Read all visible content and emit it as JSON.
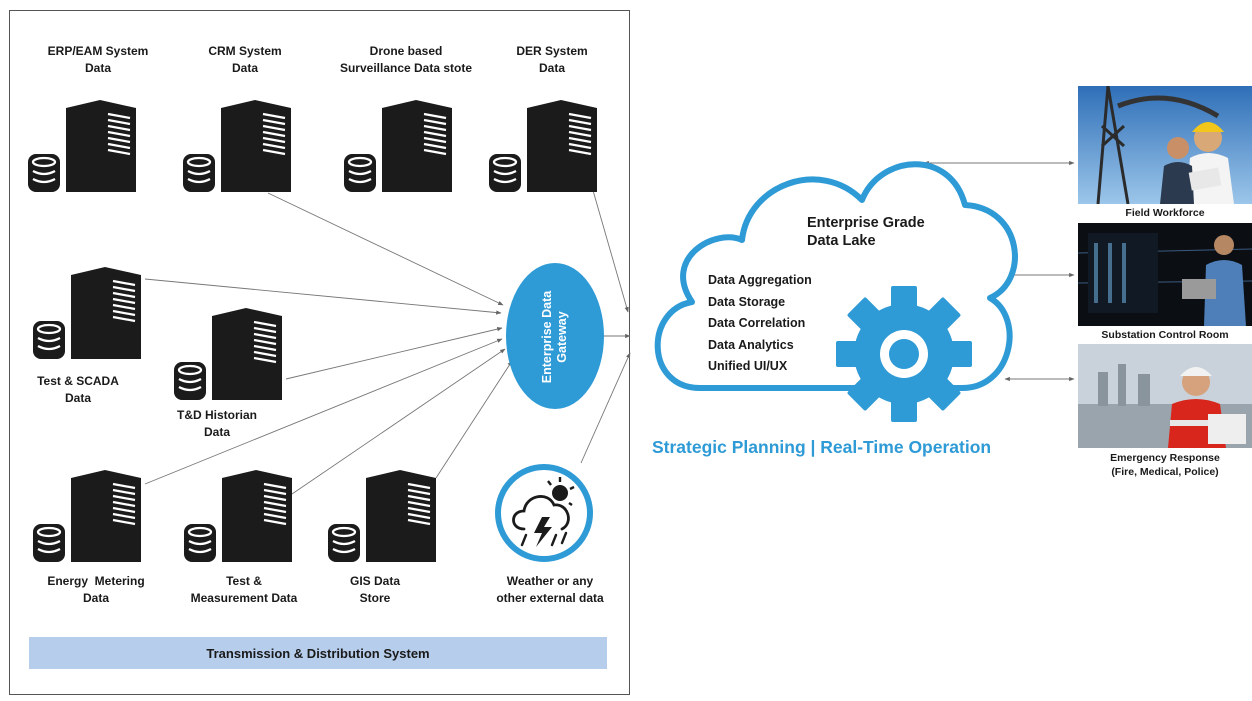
{
  "sources": {
    "erp": "ERP/EAM System\nData",
    "crm": "CRM System\nData",
    "drone": "Drone based\nSurveillance Data stote",
    "der": "DER System\nData",
    "scada": "Test & SCADA\nData",
    "historian": "T&D Historian\nData",
    "metering": "Energy  Metering\nData",
    "measurement": "Test &\nMeasurement Data",
    "gis": "GIS Data\nStore",
    "weather": "Weather or any\nother external data"
  },
  "banner": "Transmission & Distribution System",
  "gateway": "Enterprise Data\nGateway",
  "data_lake": {
    "title": "Enterprise Grade\nData Lake",
    "items": [
      "Data Aggregation",
      "Data Storage",
      "Data Correlation",
      "Data Analytics",
      "Unified UI/UX"
    ]
  },
  "tagline": "Strategic Planning | Real-Time Operation",
  "consumers": {
    "field": "Field Workforce",
    "substation": "Substation Control Room",
    "emergency": "Emergency Response\n(Fire, Medical, Police)"
  },
  "colors": {
    "accent": "#2e9ad6",
    "server": "#1b1b1b",
    "banner": "#b6cdec"
  },
  "icons": [
    "server-icon",
    "database-icon",
    "weather-icon",
    "gear-icon",
    "cloud-icon"
  ]
}
